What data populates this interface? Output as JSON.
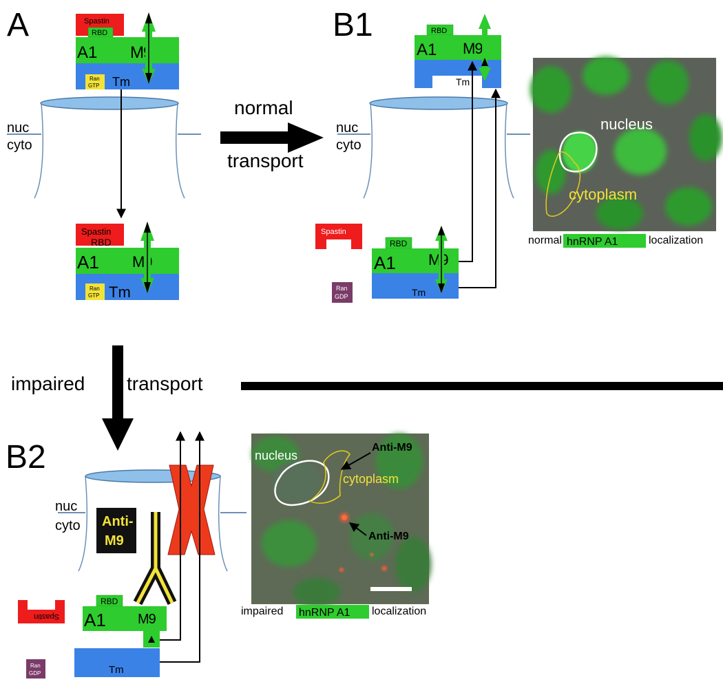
{
  "panels": {
    "a": "A",
    "b1": "B1",
    "b2": "B2"
  },
  "compartments": {
    "nuc": "nuc",
    "cyto": "cyto"
  },
  "proteins": {
    "spastin": "Spastin",
    "rbd": "RBD",
    "a1": "A1",
    "m9": "M9",
    "tm": "Tm",
    "ran": "Ran",
    "gtp": "GTP",
    "gdp": "GDP",
    "anti": "Anti-",
    "anti_m9_label": "M9"
  },
  "arrows": {
    "normal": "normal",
    "transport": "transport",
    "impaired": "impaired",
    "transport2": "transport"
  },
  "micro_normal": {
    "nucleus": "nucleus",
    "cytoplasm": "cytoplasm",
    "caption_pre": "normal",
    "caption_highlight": "hnRNP A1",
    "caption_post": "localization"
  },
  "micro_impaired": {
    "nucleus": "nucleus",
    "cytoplasm": "cytoplasm",
    "anti_m9_top": "Anti-M9",
    "anti_m9_bottom": "Anti-M9",
    "caption_pre": "impaired",
    "caption_highlight": "hnRNP A1",
    "caption_post": "localization"
  },
  "colors": {
    "green": "#2ecc2e",
    "blue": "#3b82e6",
    "red": "#ee1c1c",
    "yellow": "#f2e33a",
    "purple": "#7a3b68"
  }
}
